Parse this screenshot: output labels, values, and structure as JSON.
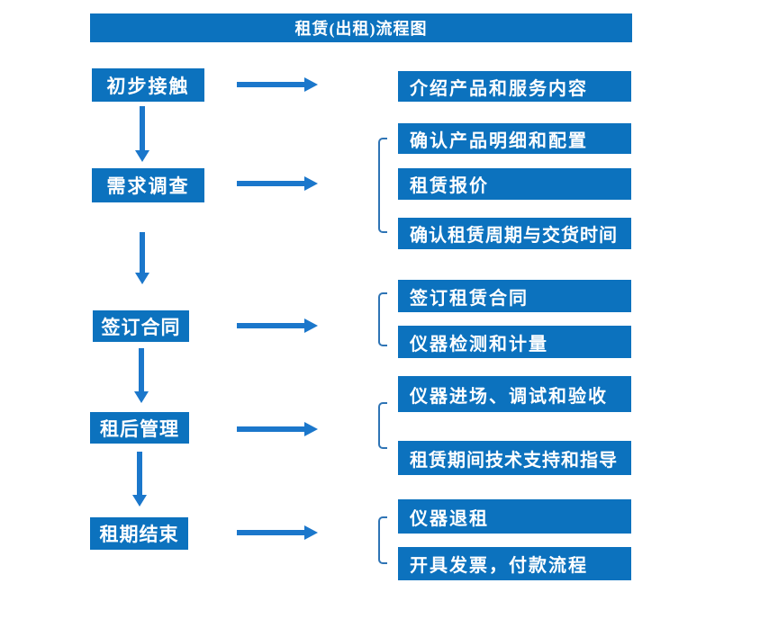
{
  "title": "租赁(出租)流程图",
  "colors": {
    "primary": "#0C72BE",
    "arrow": "#1B77CB",
    "bracket": "#2E74B5",
    "text": "#FFFFFF",
    "background": "#FFFFFF"
  },
  "steps": [
    {
      "label": "初步接触",
      "details": [
        "介绍产品和服务内容"
      ]
    },
    {
      "label": "需求调查",
      "details": [
        "确认产品明细和配置",
        "租赁报价",
        "确认租赁周期与交货时间"
      ]
    },
    {
      "label": "签订合同",
      "details": [
        "签订租赁合同",
        "仪器检测和计量"
      ]
    },
    {
      "label": "租后管理",
      "details": [
        "仪器进场、调试和验收",
        "租赁期间技术支持和指导"
      ]
    },
    {
      "label": "租期结束",
      "details": [
        "仪器退租",
        "开具发票，付款流程"
      ]
    }
  ]
}
